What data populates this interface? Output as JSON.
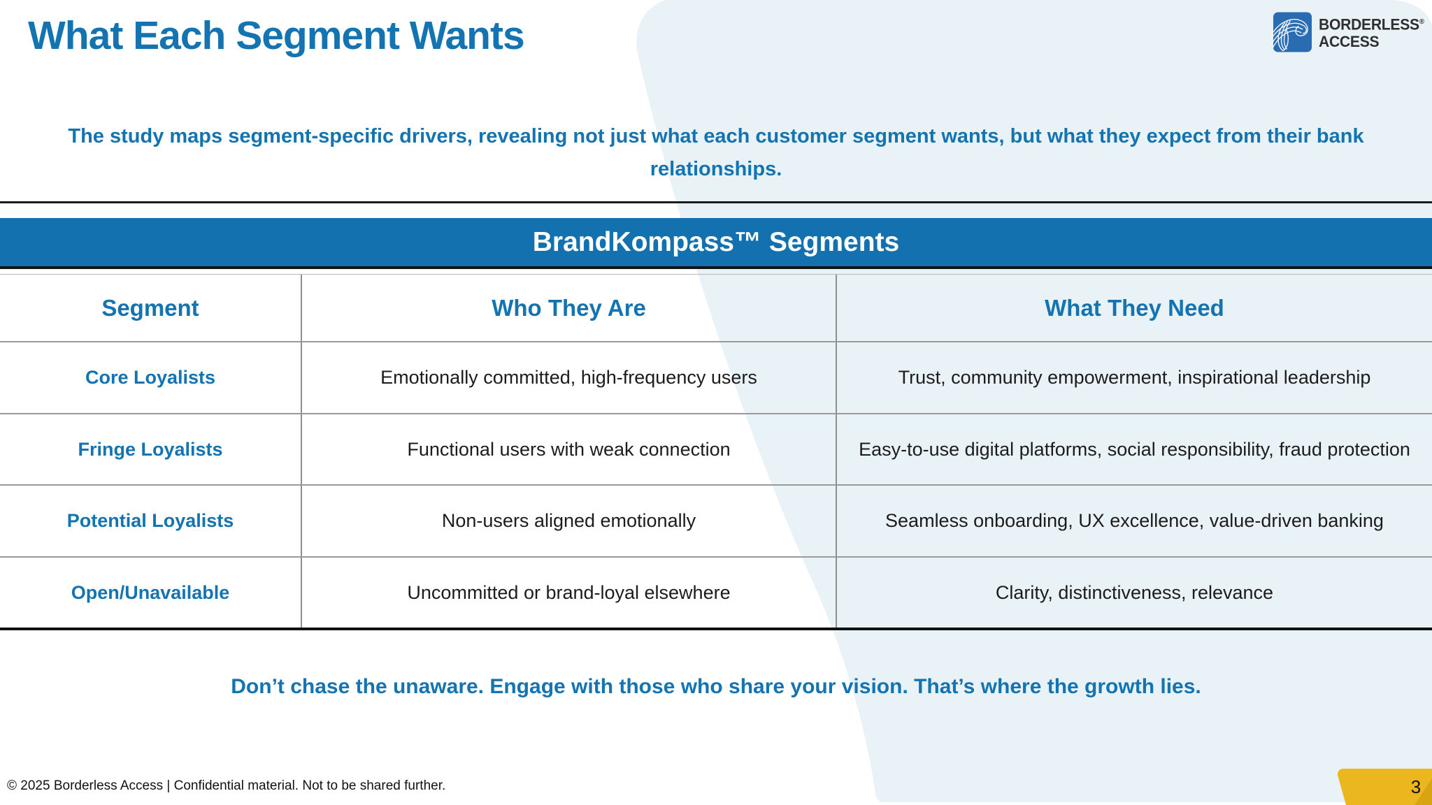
{
  "slide": {
    "title": "What Each Segment Wants",
    "subtitle": "The study maps segment-specific drivers, revealing not just what each customer segment wants, but what they expect from their bank relationships.",
    "callout": "Don’t chase the unaware. Engage with those who share your vision. That’s where the growth lies.",
    "footer": "© 2025 Borderless Access | Confidential material. Not to be shared further.",
    "page_number": "3"
  },
  "logo": {
    "line1": "BORDERLESS",
    "registered_mark": "®",
    "line2": "ACCESS"
  },
  "table": {
    "banner": "BrandKompass™ Segments",
    "columns": [
      "Segment",
      "Who They Are",
      "What They Need"
    ],
    "rows": [
      {
        "segment": "Core Loyalists",
        "who": "Emotionally committed, high-frequency users",
        "need": "Trust, community empowerment, inspirational leadership"
      },
      {
        "segment": "Fringe Loyalists",
        "who": "Functional users with weak connection",
        "need": "Easy-to-use digital platforms, social responsibility, fraud protection"
      },
      {
        "segment": "Potential Loyalists",
        "who": "Non-users aligned emotionally",
        "need": "Seamless onboarding, UX excellence, value-driven banking"
      },
      {
        "segment": "Open/Unavailable",
        "who": "Uncommitted or brand-loyal elsewhere",
        "need": "Clarity, distinctiveness, relevance"
      }
    ]
  },
  "colors": {
    "accent_blue": "#1473b1",
    "banner_blue": "#1271ae",
    "background_tint": "#e9f2f6",
    "tab_yellow": "#ecb71e",
    "tab_yellow_dark": "#d9a411",
    "text_dark": "#1c1c1c"
  }
}
